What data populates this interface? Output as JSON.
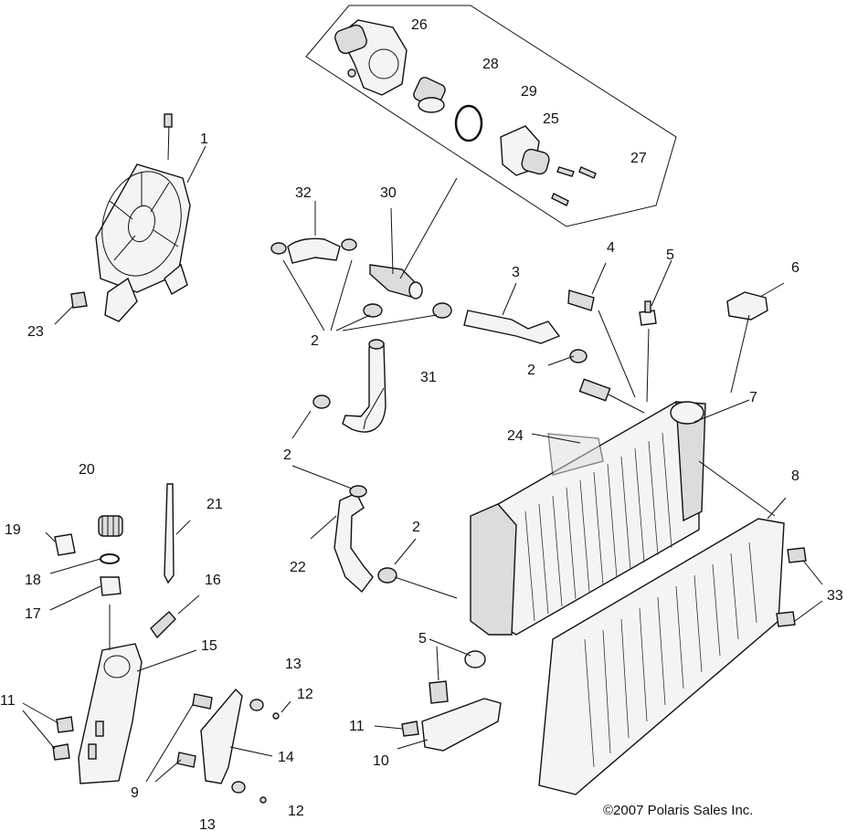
{
  "callouts": {
    "c1": "1",
    "c2a": "2",
    "c2b": "2",
    "c2c": "2",
    "c2d": "2",
    "c3": "3",
    "c4": "4",
    "c5a": "5",
    "c5b": "5",
    "c6": "6",
    "c7": "7",
    "c8": "8",
    "c9": "9",
    "c10": "10",
    "c11a": "11",
    "c11b": "11",
    "c12a": "12",
    "c12b": "12",
    "c13a": "13",
    "c13b": "13",
    "c14": "14",
    "c15": "15",
    "c16": "16",
    "c17": "17",
    "c18": "18",
    "c19": "19",
    "c20": "20",
    "c21": "21",
    "c22": "22",
    "c23": "23",
    "c24": "24",
    "c25": "25",
    "c26": "26",
    "c27": "27",
    "c28": "28",
    "c29": "29",
    "c30": "30",
    "c31": "31",
    "c32": "32",
    "c33": "33"
  },
  "copyright": "©2007 Polaris Sales Inc."
}
